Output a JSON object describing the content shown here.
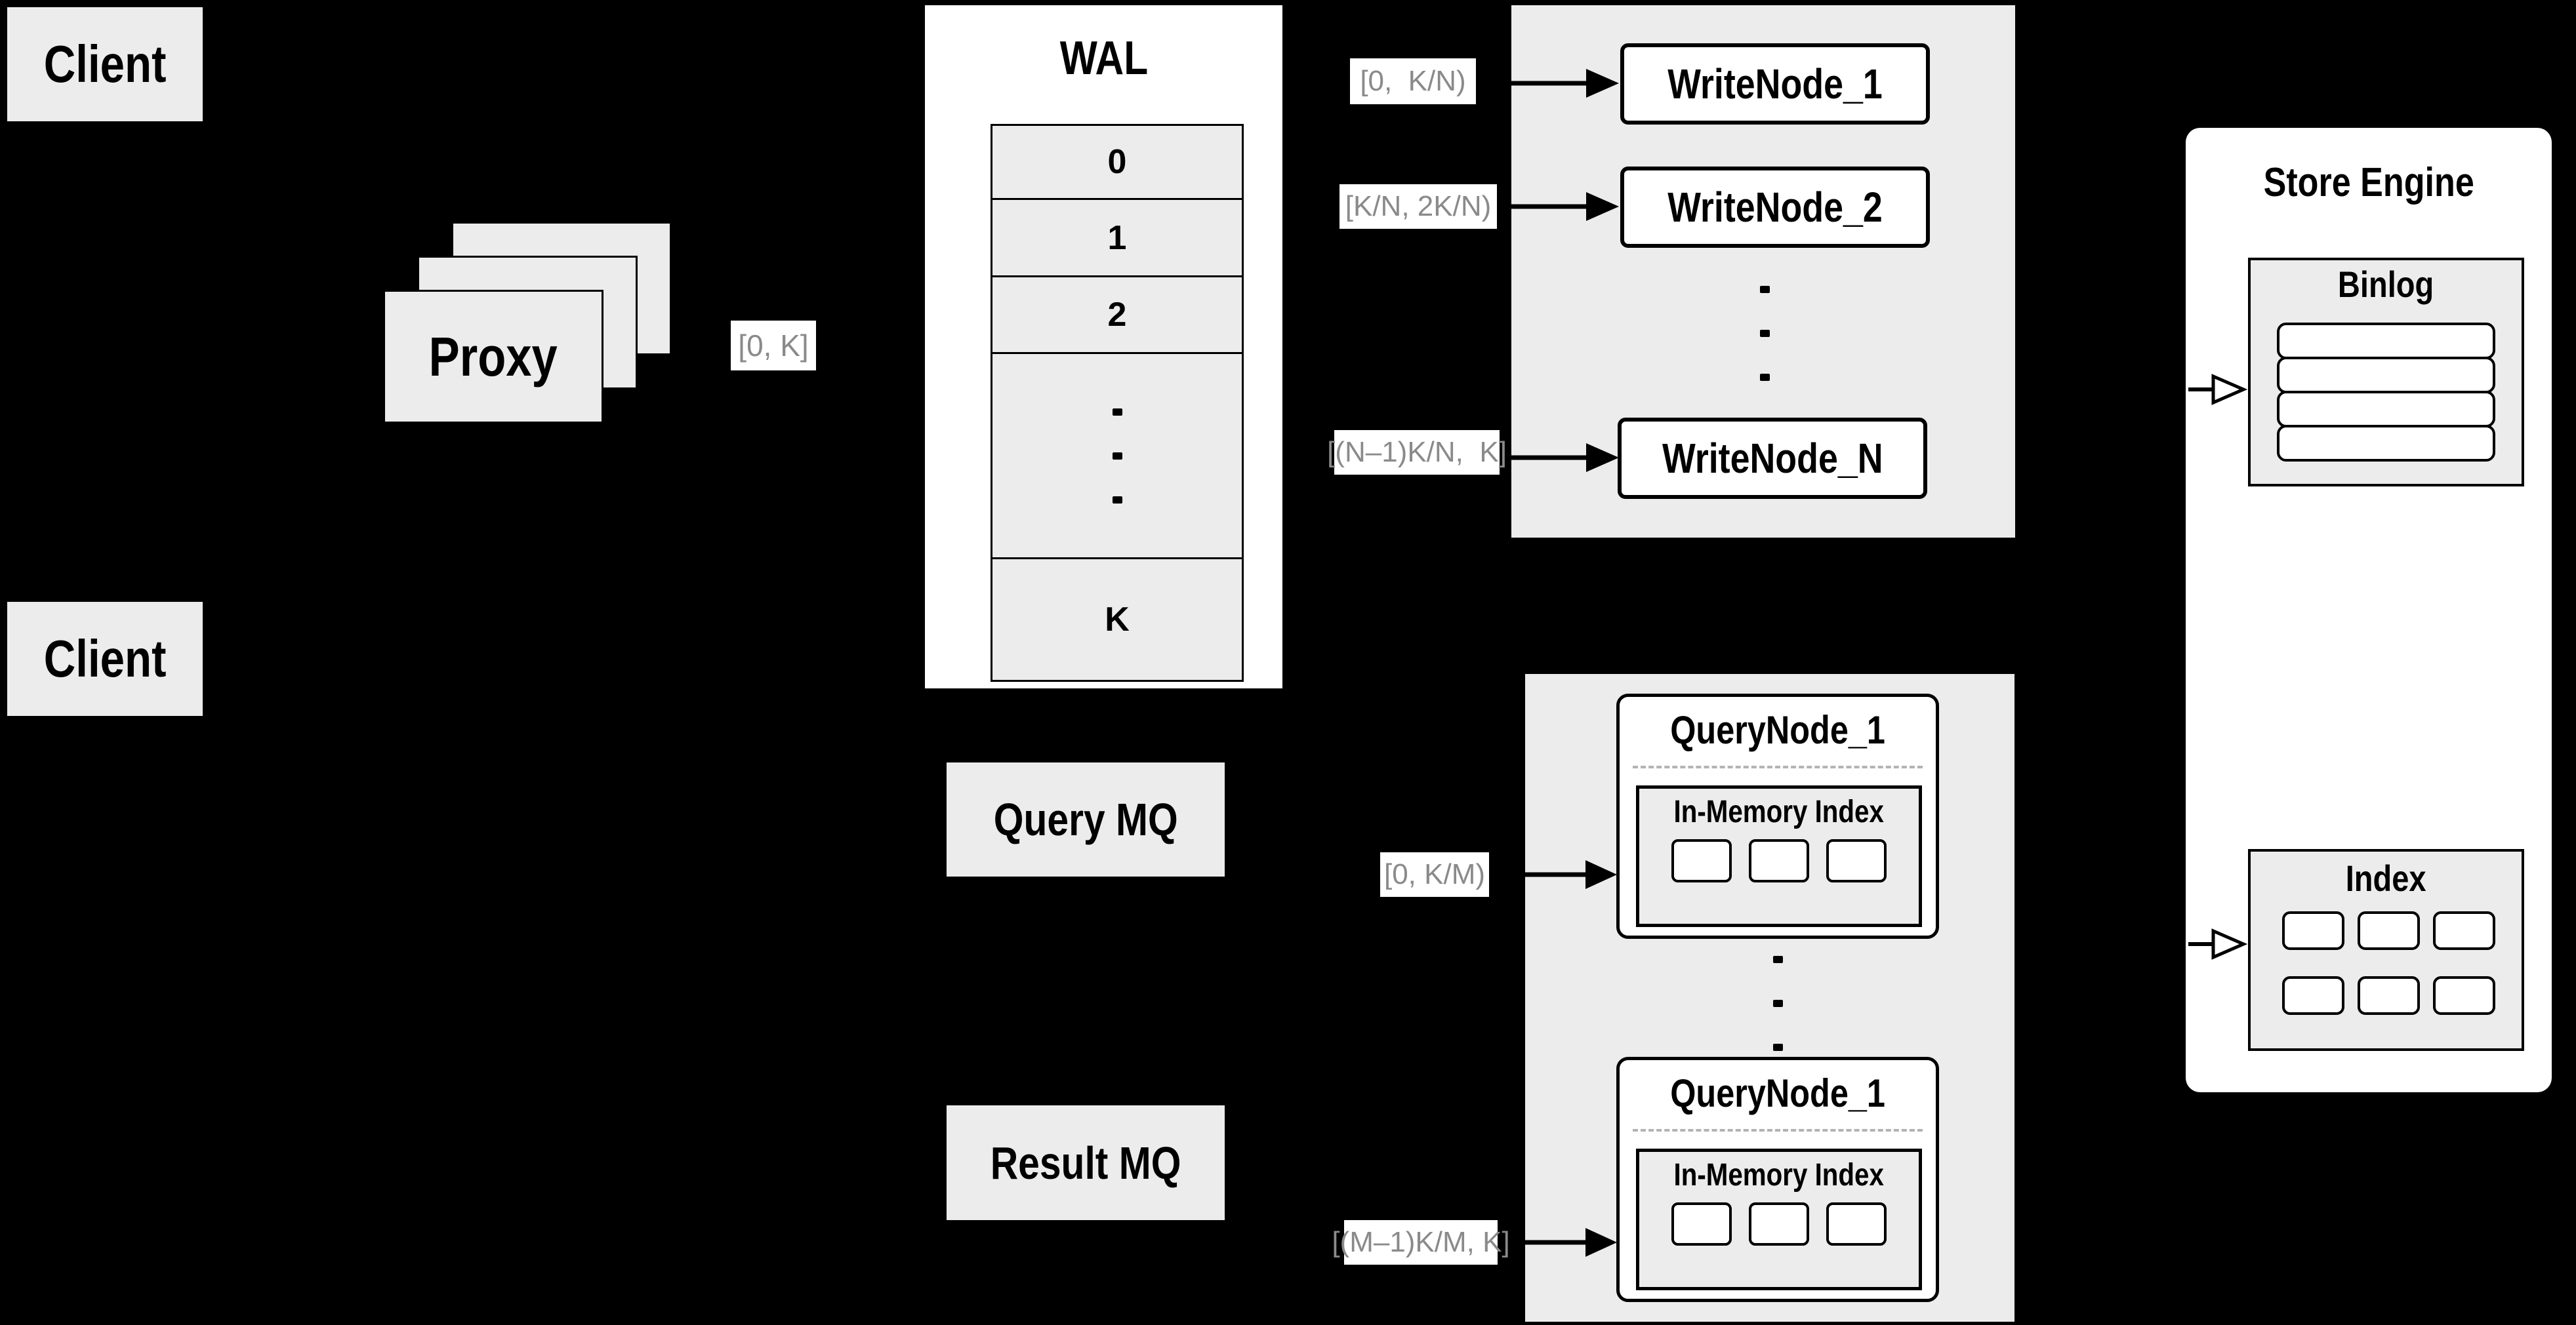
{
  "colors": {
    "background": "#000000",
    "panel_gray": "#ececec",
    "box_white": "#ffffff",
    "line_black": "#000000",
    "range_label_text": "#8a8a8a",
    "dashed_divider": "#b3b3b3"
  },
  "clients": [
    {
      "label": "Client"
    },
    {
      "label": "Client"
    }
  ],
  "proxy": {
    "label": "Proxy",
    "range_label": "[0, K]"
  },
  "wal": {
    "title": "WAL",
    "rows": [
      "0",
      "1",
      "2",
      "K"
    ]
  },
  "write_section": {
    "nodes": [
      {
        "label": "WriteNode_1",
        "range_label": "[0,  K/N)"
      },
      {
        "label": "WriteNode_2",
        "range_label": "[K/N, 2K/N)"
      },
      {
        "label": "WriteNode_N",
        "range_label": "[(N–1)K/N,  K]"
      }
    ]
  },
  "mq": {
    "query_label": "Query MQ",
    "result_label": "Result MQ"
  },
  "query_section": {
    "nodes": [
      {
        "title": "QueryNode_1",
        "inner_title": "In-Memory Index",
        "range_label": "[0, K/M)"
      },
      {
        "title": "QueryNode_1",
        "inner_title": "In-Memory Index",
        "range_label": "[(M–1)K/M, K]"
      }
    ]
  },
  "store_engine": {
    "title": "Store Engine",
    "binlog_title": "Binlog",
    "index_title": "Index"
  }
}
